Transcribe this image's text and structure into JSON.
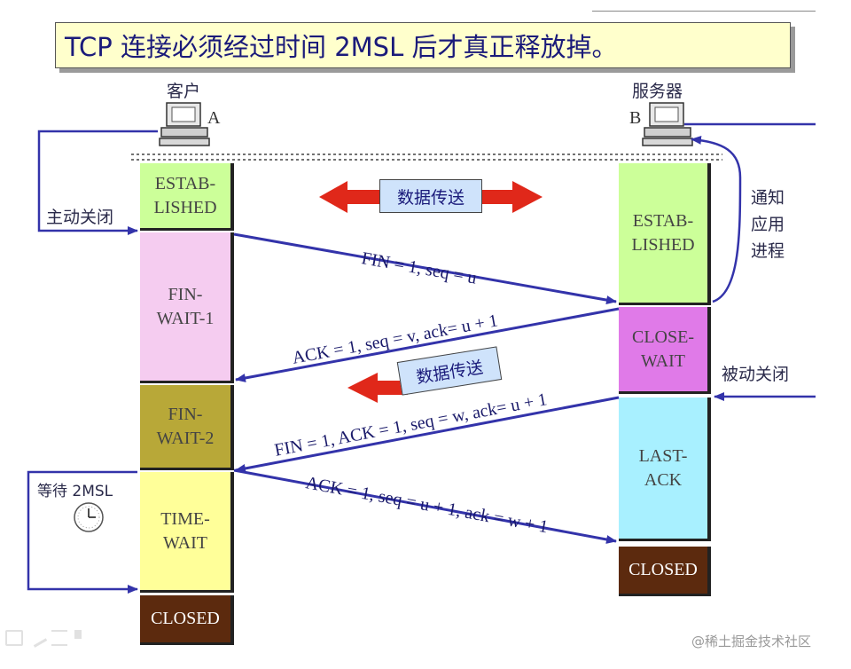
{
  "title": "TCP 连接必须经过时间 2MSL 后才真正释放掉。",
  "client": {
    "label": "客户",
    "id": "A"
  },
  "server": {
    "label": "服务器",
    "id": "B"
  },
  "client_states": {
    "established": "ESTAB-\nLISHED",
    "fin_wait_1": "FIN-\nWAIT-1",
    "fin_wait_2": "FIN-\nWAIT-2",
    "time_wait": "TIME-\nWAIT",
    "closed": "CLOSED"
  },
  "server_states": {
    "established": "ESTAB-\nLISHED",
    "close_wait": "CLOSE-\nWAIT",
    "last_ack": "LAST-\nACK",
    "closed": "CLOSED"
  },
  "side_labels": {
    "active_close": "主动关闭",
    "passive_close": "被动关闭",
    "notify_app": "通知\n应用\n进程",
    "wait_2msl": "等待 2MSL"
  },
  "data_transfer_label": "数据传送",
  "segments": {
    "fin1": "FIN = 1, seq = u",
    "ack1": "ACK = 1, seq = v, ack= u + 1",
    "fin2": "FIN = 1, ACK = 1, seq = w, ack= u + 1",
    "ack2": "ACK = 1, seq = u + 1, ack = w + 1"
  },
  "watermark": "@稀土掘金技术社区",
  "colors": {
    "established": "#ccff99",
    "fin_wait_1": "#f5ccf0",
    "fin_wait_2": "#b8a838",
    "time_wait": "#ffff99",
    "closed": "#5c2a0e",
    "close_wait": "#e07ae8",
    "last_ack": "#a8f0ff",
    "arrow": "#3333aa",
    "red_arrow": "#e0281a"
  }
}
